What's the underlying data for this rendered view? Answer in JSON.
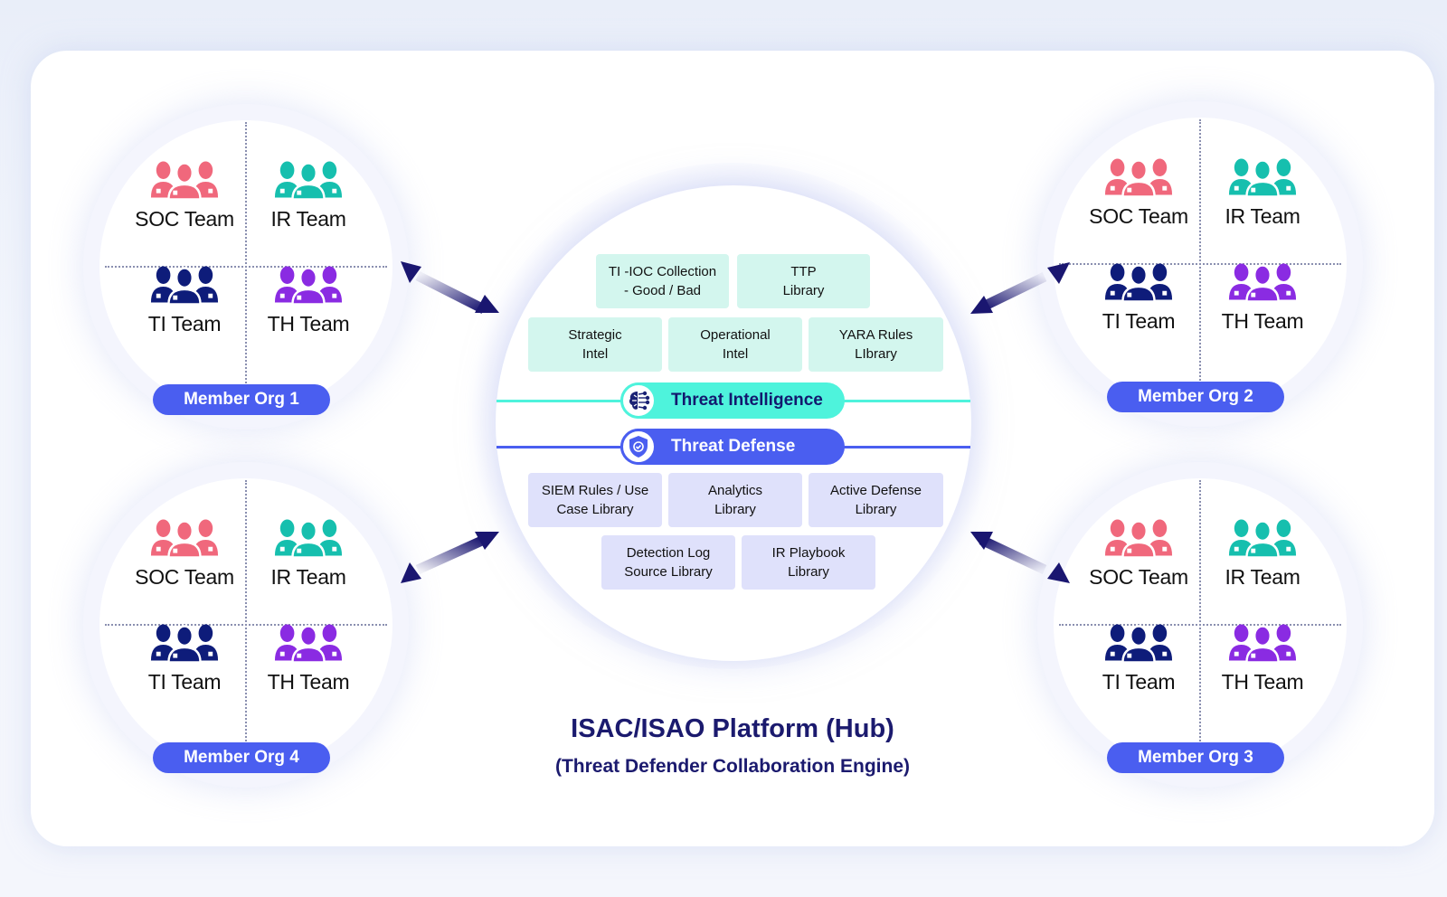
{
  "colors": {
    "soc": "#f0687c",
    "ir": "#16bfae",
    "ti": "#0e1c7a",
    "th": "#8a2be2",
    "badge": "#4a5ef0",
    "ti_box": "#d3f6ee",
    "td_box": "#dfe1fb",
    "ti_pill": "#4ef3dc",
    "td_pill": "#4a5ef0",
    "title": "#1b1a6e",
    "arrow": "#1a1670"
  },
  "orgs": [
    {
      "name": "Member Org 1",
      "teams": [
        "SOC Team",
        "IR Team",
        "TI Team",
        "TH Team"
      ]
    },
    {
      "name": "Member Org  2",
      "teams": [
        "SOC Team",
        "IR Team",
        "TI Team",
        "TH Team"
      ]
    },
    {
      "name": "Member Org 3",
      "teams": [
        "SOC Team",
        "IR Team",
        "TI Team",
        "TH Team"
      ]
    },
    {
      "name": "Member Org 4",
      "teams": [
        "SOC Team",
        "IR Team",
        "TI Team",
        "TH Team"
      ]
    }
  ],
  "hub": {
    "threat_intelligence": {
      "label": "Threat Intelligence",
      "icon": "brain-circuit-icon",
      "boxes_row1": [
        {
          "line1": "TI -IOC Collection",
          "line2": "- Good / Bad"
        },
        {
          "line1": "TTP",
          "line2": "Library"
        }
      ],
      "boxes_row2": [
        {
          "line1": "Strategic",
          "line2": "Intel"
        },
        {
          "line1": "Operational",
          "line2": "Intel"
        },
        {
          "line1": "YARA Rules",
          "line2": "LIbrary"
        }
      ]
    },
    "threat_defense": {
      "label": "Threat Defense",
      "icon": "shield-check-icon",
      "boxes_row1": [
        {
          "line1": "SIEM Rules / Use",
          "line2": "Case Library"
        },
        {
          "line1": "Analytics",
          "line2": "Library"
        },
        {
          "line1": "Active Defense",
          "line2": "Library"
        }
      ],
      "boxes_row2": [
        {
          "line1": "Detection Log",
          "line2": "Source Library"
        },
        {
          "line1": "IR Playbook",
          "line2": "Library"
        }
      ]
    },
    "title": "ISAC/ISAO Platform (Hub)",
    "subtitle": "(Threat Defender Collaboration Engine)"
  }
}
